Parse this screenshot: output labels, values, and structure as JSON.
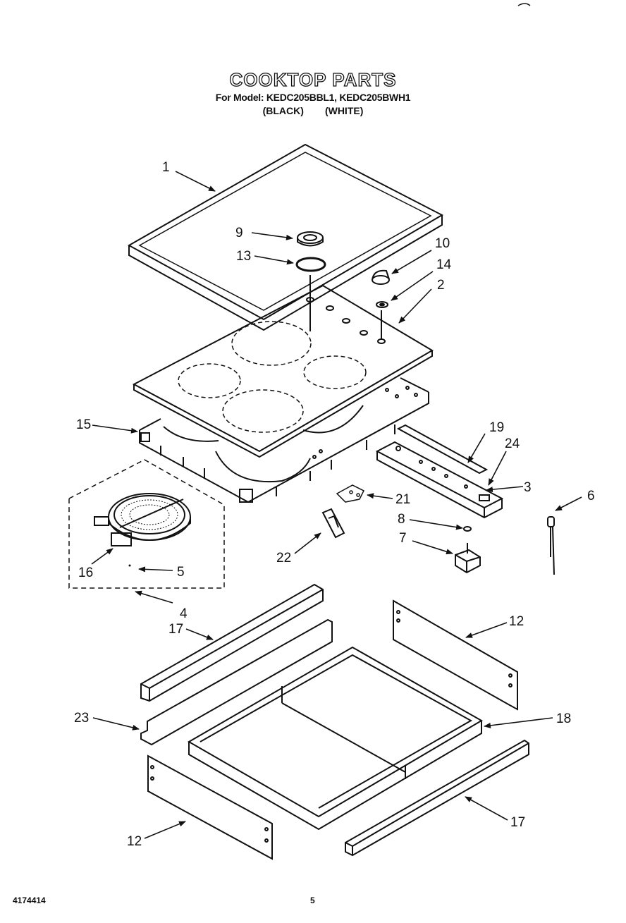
{
  "header": {
    "title": "COOKTOP PARTS",
    "model_line": "For Model: KEDC205BBL1, KEDC205BWH1",
    "color_black": "(BLACK)",
    "color_white": "(WHITE)"
  },
  "callouts": {
    "c1": "1",
    "c2": "2",
    "c3": "3",
    "c4": "4",
    "c5": "5",
    "c6": "6",
    "c7": "7",
    "c8": "8",
    "c9": "9",
    "c10": "10",
    "c12a": "12",
    "c12b": "12",
    "c13": "13",
    "c14": "14",
    "c15": "15",
    "c16": "16",
    "c17a": "17",
    "c17b": "17",
    "c18": "18",
    "c19": "19",
    "c21": "21",
    "c22": "22",
    "c23": "23",
    "c24": "24"
  },
  "footer": {
    "doc_number": "4174414",
    "page_number": "5"
  }
}
